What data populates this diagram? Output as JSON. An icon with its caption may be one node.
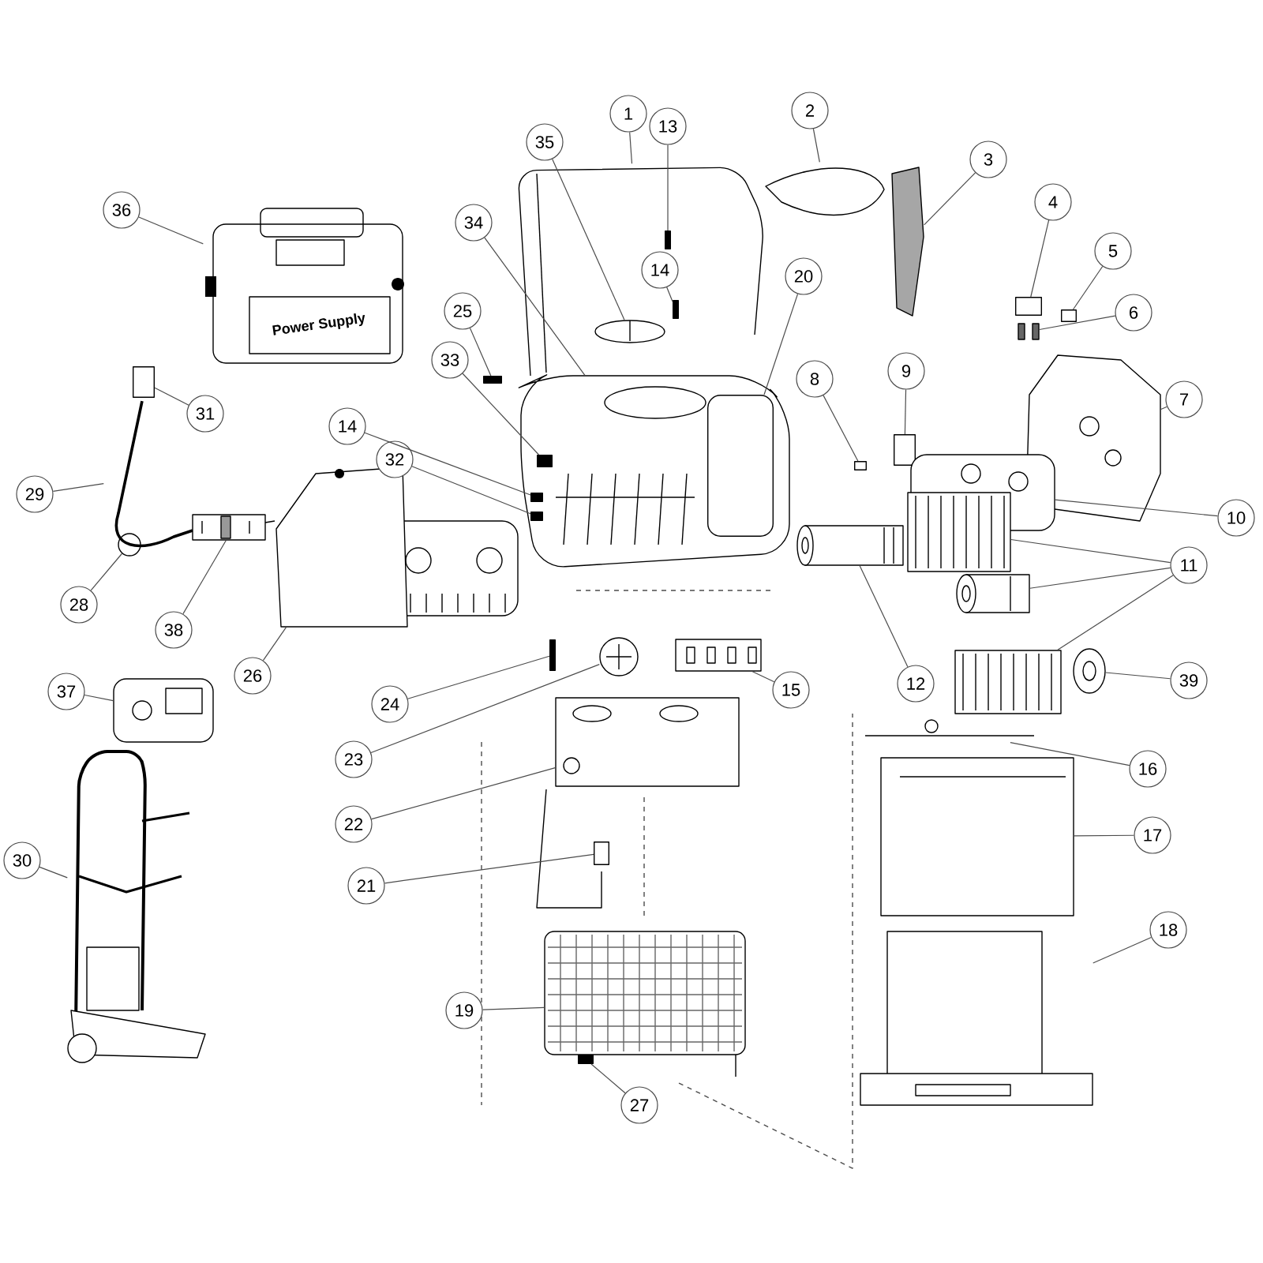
{
  "diagram": {
    "nodes": [
      {
        "text": [
          "35"
        ]
      },
      {
        "text": [
          "1"
        ]
      },
      {
        "text": [
          "13"
        ]
      },
      {
        "text": [
          "2"
        ]
      },
      {
        "text": [
          "3"
        ]
      },
      {
        "text": [
          "4"
        ]
      },
      {
        "text": [
          "36"
        ]
      },
      {
        "text": [
          "34"
        ]
      },
      {
        "text": [
          "5"
        ]
      },
      {
        "text": [
          "14"
        ],
        "in": 41
      },
      {
        "text": [
          "20"
        ]
      },
      {
        "text": [
          "25"
        ]
      },
      {
        "text": [
          "6"
        ]
      },
      {
        "text": [
          "33"
        ]
      },
      {
        "text": [
          "9"
        ]
      },
      {
        "text": [
          "8"
        ]
      },
      {
        "text": [
          "7"
        ]
      },
      {
        "text": [
          "31"
        ]
      },
      {
        "text": [
          "14"
        ]
      },
      {
        "text": [
          "32"
        ]
      },
      {
        "text": [
          "29"
        ]
      },
      {
        "text": [
          "10"
        ]
      },
      {
        "text": [
          "11"
        ]
      },
      {
        "text": [
          "28"
        ]
      },
      {
        "text": [
          "38"
        ]
      },
      {
        "text": [
          "26"
        ]
      },
      {
        "text": [
          "39"
        ]
      },
      {
        "text": [
          "12"
        ]
      },
      {
        "text": [
          "15"
        ]
      },
      {
        "text": [
          "37"
        ]
      },
      {
        "text": [
          "24"
        ]
      },
      {
        "text": [
          "23"
        ]
      },
      {
        "text": [
          "16"
        ]
      },
      {
        "text": [
          "22"
        ]
      },
      {
        "text": [
          "17"
        ]
      },
      {
        "text": [
          "30"
        ]
      },
      {
        "text": [
          "21"
        ]
      },
      {
        "text": [
          "18"
        ]
      },
      {
        "text": [
          "19"
        ]
      },
      {
        "text": [
          "27"
        ]
      },
      {
        "text": [],
        "shape": "picture",
        "in": 41
      },
      {
        "text": [],
        "shape": "picture"
      },
      {
        "text": [],
        "shape": "box",
        "in": 41
      },
      {
        "text": [],
        "shape": "picture"
      },
      {
        "text": [],
        "shape": "picture"
      },
      {
        "text": [],
        "shape": "box"
      },
      {
        "text": [],
        "shape": "picture"
      },
      {
        "text": [],
        "shape": "picture"
      },
      {
        "text": [],
        "shape": "box"
      },
      {
        "text": [],
        "shape": "box",
        "in": 41
      },
      {
        "text": [],
        "shape": "box",
        "in": 47
      },
      {
        "text": [],
        "shape": "box"
      },
      {
        "text": [],
        "shape": "picture"
      },
      {
        "text": [],
        "shape": "box",
        "in": 47
      },
      {
        "text": [],
        "shape": "box"
      },
      {
        "text": [],
        "shape": "box"
      },
      {
        "text": [],
        "shape": "picture"
      },
      {
        "text": [],
        "shape": "box"
      },
      {
        "text": [],
        "shape": "box",
        "in": 47
      },
      {
        "text": [],
        "shape": "box",
        "in": 47
      },
      {
        "text": [],
        "shape": "picture"
      },
      {
        "text": [],
        "shape": "picture"
      },
      {
        "text": [],
        "shape": "picture"
      },
      {
        "text": [],
        "shape": "picture"
      },
      {
        "text": [],
        "shape": "picture"
      },
      {
        "text": [],
        "shape": "circle"
      },
      {
        "text": [],
        "shape": "picture"
      },
      {
        "text": [],
        "shape": "picture"
      },
      {
        "text": [],
        "shape": "picture"
      },
      {
        "text": [],
        "shape": "picture"
      },
      {
        "text": [],
        "shape": "picture"
      },
      {
        "text": [],
        "shape": "picture"
      },
      {
        "text": [],
        "shape": "box"
      },
      {
        "text": [],
        "shape": "picture"
      },
      {
        "text": [],
        "shape": "picture"
      },
      {
        "text": [],
        "shape": "picture"
      },
      {
        "text": [],
        "shape": "picture"
      },
      {
        "text": [],
        "shape": "picture"
      },
      {
        "text": [],
        "shape": "box"
      },
      {
        "text": [],
        "shape": "picture"
      },
      {
        "text": [],
        "shape": "picture"
      },
      {
        "text": [],
        "shape": "box"
      }
    ],
    "edges": [
      {
        "from": 0,
        "to": 40,
        "arrow": "none"
      },
      {
        "from": 1,
        "to": 41,
        "arrow": "none"
      },
      {
        "from": 2,
        "to": 42,
        "arrow": "none"
      },
      {
        "from": 3,
        "to": 43,
        "arrow": "none"
      },
      {
        "from": 4,
        "to": 44,
        "arrow": "none"
      },
      {
        "from": 5,
        "to": 45,
        "arrow": "none"
      },
      {
        "from": 6,
        "to": 46,
        "arrow": "none"
      },
      {
        "from": 7,
        "to": 47,
        "arrow": "none"
      },
      {
        "from": 8,
        "to": 48,
        "arrow": "none"
      },
      {
        "from": 9,
        "to": 49,
        "arrow": "none"
      },
      {
        "from": 10,
        "to": 50,
        "arrow": "none"
      },
      {
        "from": 11,
        "to": 51,
        "arrow": "none"
      },
      {
        "from": 12,
        "to": 52,
        "arrow": "none"
      },
      {
        "from": 13,
        "to": 53,
        "arrow": "none"
      },
      {
        "from": 14,
        "to": 54,
        "arrow": "none"
      },
      {
        "from": 15,
        "to": 55,
        "arrow": "none"
      },
      {
        "from": 16,
        "to": 56,
        "arrow": "none"
      },
      {
        "from": 17,
        "to": 57,
        "arrow": "none"
      },
      {
        "from": 18,
        "to": 58,
        "arrow": "none"
      },
      {
        "from": 19,
        "to": 59,
        "arrow": "none"
      },
      {
        "from": 20,
        "to": 60,
        "arrow": "none"
      },
      {
        "from": 21,
        "to": 61,
        "arrow": "none"
      },
      {
        "from": 22,
        "to": 62,
        "arrow": "none"
      },
      {
        "from": 22,
        "to": 63,
        "arrow": "none"
      },
      {
        "from": 22,
        "to": 64,
        "arrow": "none"
      },
      {
        "from": 23,
        "to": 65,
        "arrow": "none"
      },
      {
        "from": 24,
        "to": 66,
        "arrow": "none"
      },
      {
        "from": 25,
        "to": 67,
        "arrow": "none"
      },
      {
        "from": 26,
        "to": 68,
        "arrow": "none"
      },
      {
        "from": 27,
        "to": 69,
        "arrow": "none"
      },
      {
        "from": 28,
        "to": 70,
        "arrow": "none"
      },
      {
        "from": 29,
        "to": 71,
        "arrow": "none"
      },
      {
        "from": 30,
        "to": 72,
        "arrow": "none"
      },
      {
        "from": 31,
        "to": 73,
        "arrow": "none"
      },
      {
        "from": 32,
        "to": 74,
        "arrow": "none"
      },
      {
        "from": 33,
        "to": 75,
        "arrow": "none"
      },
      {
        "from": 34,
        "to": 76,
        "arrow": "none"
      },
      {
        "from": 35,
        "to": 77,
        "arrow": "none"
      },
      {
        "from": 36,
        "to": 78,
        "arrow": "none"
      },
      {
        "from": 37,
        "to": 79,
        "arrow": "none"
      },
      {
        "from": 38,
        "to": 80,
        "arrow": "none"
      },
      {
        "from": 39,
        "to": 81,
        "arrow": "none"
      }
    ],
    "labels": [
      "Power Supply"
    ]
  }
}
